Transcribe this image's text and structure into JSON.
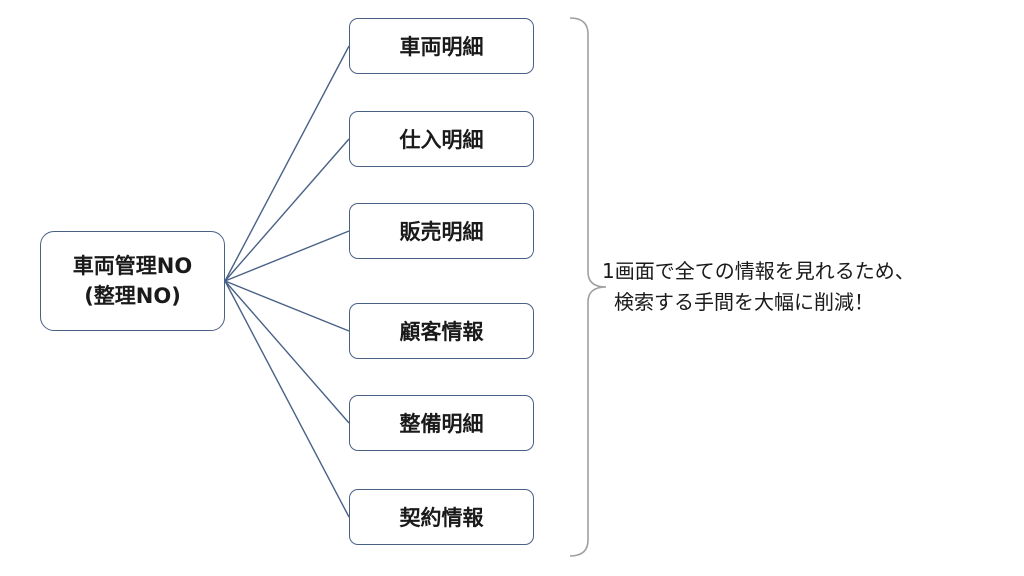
{
  "root": {
    "line1": "車両管理NO",
    "line2": "(整理NO)"
  },
  "children": [
    {
      "label": "車両明細"
    },
    {
      "label": "仕入明細"
    },
    {
      "label": "販売明細"
    },
    {
      "label": "顧客情報"
    },
    {
      "label": "整備明細"
    },
    {
      "label": "契約情報"
    }
  ],
  "note": {
    "line1": "1画面で全ての情報を見れるため、",
    "line2": "検索する手間を大幅に削減！"
  },
  "colors": {
    "connector": "#4a6186",
    "box_border": "#4a6186",
    "brace": "#a0a0a0",
    "text": "#1a1a1a"
  }
}
